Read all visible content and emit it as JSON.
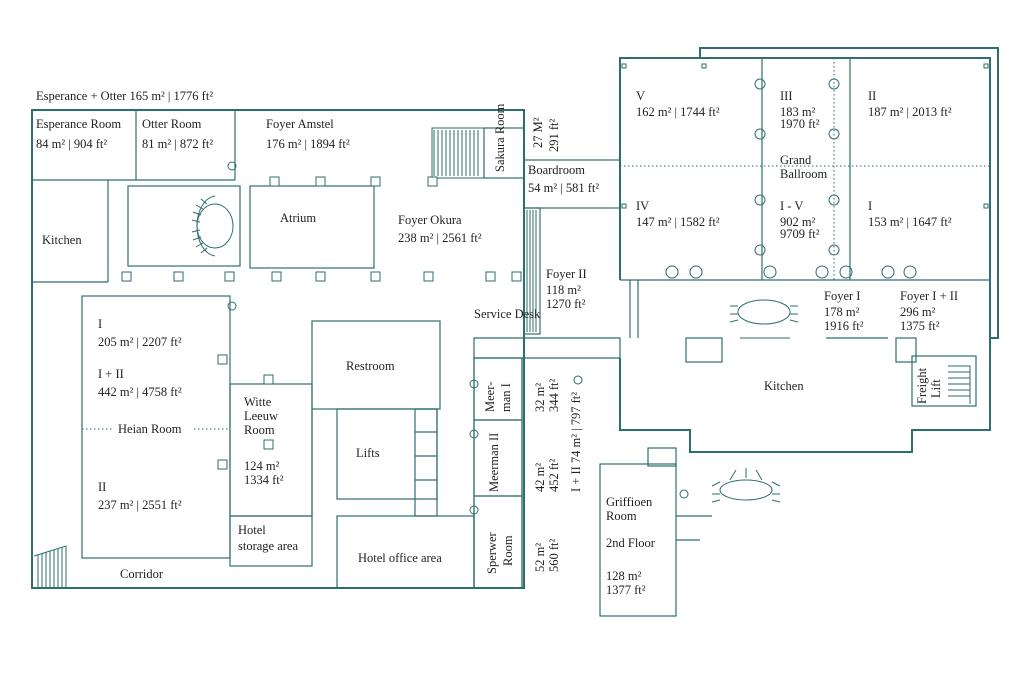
{
  "header": {
    "title": "Esperance + Otter 165 m² | 1776 ft²"
  },
  "rooms": {
    "esperance": {
      "name": "Esperance Room",
      "area": "84 m² | 904 ft²"
    },
    "otter": {
      "name": "Otter Room",
      "area": "81 m² | 872 ft²"
    },
    "foyer_amstel": {
      "name": "Foyer Amstel",
      "area": "176 m² | 1894 ft²"
    },
    "kitchen_west": {
      "name": "Kitchen"
    },
    "atrium": {
      "name": "Atrium"
    },
    "foyer_okura": {
      "name": "Foyer Okura",
      "area": "238 m² | 2561 ft²"
    },
    "sakura": {
      "name": "Sakura Room",
      "area_m": "27 M²",
      "area_ft": "291 ft²"
    },
    "boardroom": {
      "name": "Boardroom",
      "area": "54 m² | 581 ft²"
    },
    "foyer_ii": {
      "name": "Foyer II",
      "area_m": "118 m²",
      "area_ft": "1270 ft²"
    },
    "service_desk": {
      "name": "Service Desk"
    },
    "heian_i": {
      "name": "I",
      "area": "205 m² | 2207 ft²"
    },
    "heian_i_ii": {
      "name": "I + II",
      "area": "442 m² | 4758 ft²"
    },
    "heian": {
      "name": "Heian Room"
    },
    "heian_ii": {
      "name": "II",
      "area": "237 m² | 2551 ft²"
    },
    "witte_leeuw": {
      "name_l1": "Witte",
      "name_l2": "Leeuw",
      "name_l3": "Room",
      "area_m": "124 m²",
      "area_ft": "1334 ft²"
    },
    "restroom": {
      "name": "Restroom"
    },
    "lifts": {
      "name": "Lifts"
    },
    "hotel_storage": {
      "name_l1": "Hotel",
      "name_l2": "storage area"
    },
    "hotel_office": {
      "name": "Hotel office area"
    },
    "corridor": {
      "name": "Corridor"
    },
    "meerman_i": {
      "name_l1": "Meer-",
      "name_l2": "man I",
      "area_m": "32 m²",
      "area_ft": "344 ft²"
    },
    "meerman_ii": {
      "name_l1": "Meerman II",
      "area_m": "42 m²",
      "area_ft": "452 ft²"
    },
    "meerman_i_ii": {
      "text": "I + II 74 m² | 797 ft²"
    },
    "sperwer": {
      "name_l1": "Sperwer",
      "name_l2": "Room",
      "area_m": "52 m²",
      "area_ft": "560 ft²"
    },
    "griffioen": {
      "name_l1": "Griffioen",
      "name_l2": "Room",
      "floor": "2nd Floor",
      "area_m": "128 m²",
      "area_ft": "1377 ft²"
    },
    "ballroom_v": {
      "name": "V",
      "area": "162 m² | 1744 ft²"
    },
    "ballroom_iii": {
      "name": "III",
      "area_m": "183 m²",
      "area_ft": "1970 ft²"
    },
    "ballroom_ii": {
      "name": "II",
      "area": "187 m² | 2013 ft²"
    },
    "grand_ballroom": {
      "name_l1": "Grand",
      "name_l2": "Ballroom"
    },
    "ballroom_iv": {
      "name": "IV",
      "area": "147 m² | 1582 ft²"
    },
    "ballroom_i_v": {
      "name": "I - V",
      "area_m": "902 m²",
      "area_ft": "9709 ft²"
    },
    "ballroom_i": {
      "name": "I",
      "area": "153 m² | 1647 ft²"
    },
    "foyer_i": {
      "name": "Foyer I",
      "area_m": "178 m²",
      "area_ft": "1916 ft²"
    },
    "foyer_i_ii": {
      "name": "Foyer I + II",
      "area_m": "296 m²",
      "area_ft": "1375 ft²"
    },
    "kitchen_east": {
      "name": "Kitchen"
    },
    "freight_lift": {
      "name_l1": "Freight",
      "name_l2": "Lift"
    }
  },
  "colors": {
    "wall": "#2e6e6e",
    "text": "#222222",
    "background": "#ffffff"
  }
}
